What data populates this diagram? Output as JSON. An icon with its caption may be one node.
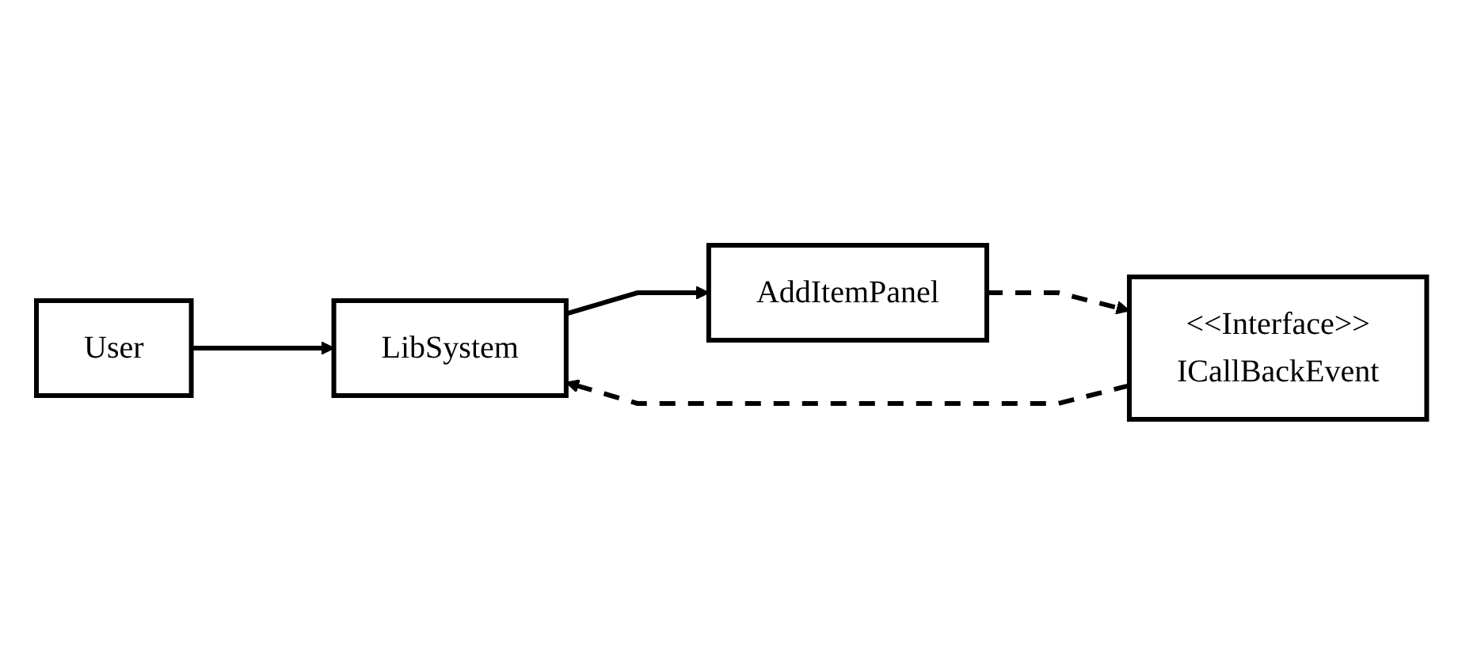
{
  "diagram": {
    "nodes": [
      {
        "text": [
          "User"
        ]
      },
      {
        "text": [
          "LibSystem"
        ]
      },
      {
        "text": [
          "AddItemPanel"
        ]
      },
      {
        "text": [
          "<<Interface>>",
          "ICallBackEvent"
        ]
      }
    ],
    "edges": [
      {
        "from": 0,
        "to": 1,
        "arrow": "to"
      },
      {
        "from": 1,
        "to": 2,
        "arrow": "to"
      },
      {
        "from": 3,
        "to": 1,
        "arrow": "to",
        "style": "dashed"
      },
      {
        "from": 2,
        "to": 3,
        "arrow": "to",
        "style": "dashed"
      }
    ]
  }
}
